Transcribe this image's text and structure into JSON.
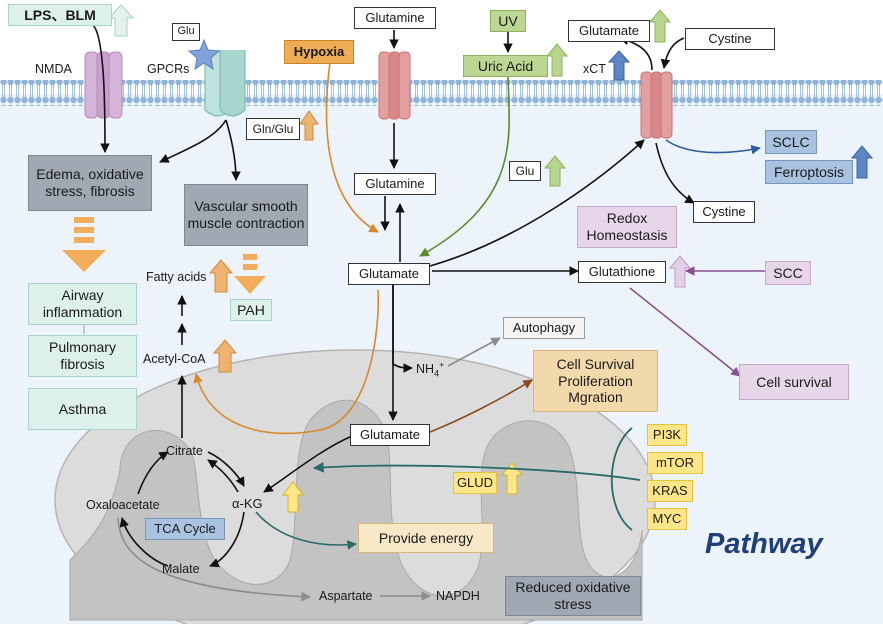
{
  "colors": {
    "membrane": "#b8cfe3",
    "cytoplasm": "#edf3fa",
    "mitochondrion": "#dcdcdc",
    "cristae": "#bdbdbd",
    "arrow_orange": "#f0a64a",
    "arrow_green": "#9ccb7a",
    "arrow_blue": "#4a76b4",
    "arrow_purple": "#c3a3d6",
    "pathway_text": "#1f3f78"
  },
  "labels": {
    "lps_blm": "LPS、BLM",
    "nmda": "NMDA",
    "gpcrs": "GPCRs",
    "glu_ligand": "Glu",
    "hypoxia": "Hypoxia",
    "glutamine_top": "Glutamine",
    "uv": "UV",
    "uric_acid": "Uric Acid",
    "glutamate_top": "Glutamate",
    "cystine_top": "Cystine",
    "xct": "xCT",
    "gln_glu": "Gln/Glu",
    "glu_mid": "Glu",
    "sclc": "SCLC",
    "ferroptosis": "Ferroptosis",
    "cystine_mid": "Cystine",
    "edema": "Edema, oxidative stress, fibrosis",
    "vascular": "Vascular smooth muscle contraction",
    "glutamine_mid": "Glutamine",
    "glutamate_mid": "Glutamate",
    "redox": "Redox Homeostasis",
    "glutathione": "Glutathione",
    "scc": "SCC",
    "fatty_acids": "Fatty acids",
    "airway": "Airway inflammation",
    "pah": "PAH",
    "pulmonary": "Pulmonary fibrosis",
    "autophagy": "Autophagy",
    "nh4": "NH",
    "nh4_sub": "4",
    "nh4_sup": "+",
    "acetyl": "Acetyl-CoA",
    "asthma": "Asthma",
    "cell_survival_prolif": "Cell Survival Proliferation Mgration",
    "cell_survival": "Cell survival",
    "glutamate_mito": "Glutamate",
    "citrate": "Citrate",
    "pi3k": "PI3K",
    "mtor": "mTOR",
    "kras": "KRAS",
    "myc": "MYC",
    "oxaloacetate": "Oxaloacetate",
    "akg": "α-KG",
    "glud": "GLUD",
    "tca": "TCA Cycle",
    "provide_energy": "Provide energy",
    "malate": "Malate",
    "aspartate": "Aspartate",
    "napdh": "NAPDH",
    "reduced": "Reduced oxidative stress",
    "pathway": "Pathway"
  }
}
